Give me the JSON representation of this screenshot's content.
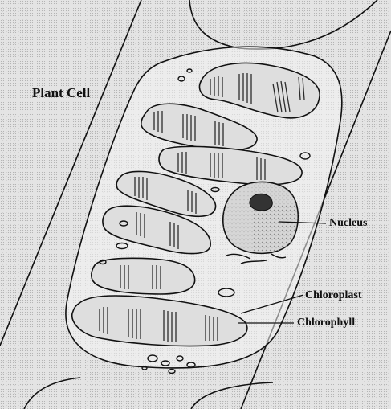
{
  "diagram": {
    "title": "Plant Cell",
    "labels": {
      "nucleus": "Nucleus",
      "chloroplast": "Chloroplast",
      "chlorophyll": "Chlorophyll"
    }
  },
  "colors": {
    "ink": "#111111",
    "background": "#e4e4e4",
    "cell_fill": "#f4f4f4",
    "chloroplast_fill": "#dedede",
    "grana": "#2b2b2b",
    "nucleus_fill": "#d6d6d6"
  }
}
